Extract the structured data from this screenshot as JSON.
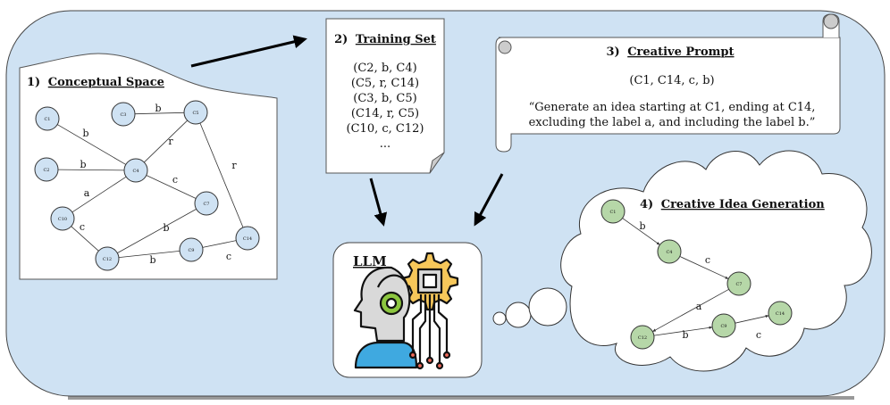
{
  "colors": {
    "background": "#cfe2f3",
    "panel": "#ffffff",
    "concept_node": "#cfe2f3",
    "idea_node": "#b6d7a8",
    "stroke": "#333333",
    "arrow": "#000000",
    "fold": "#cccccc",
    "gear": "#f6c75a",
    "headphone": "#8cc63f",
    "shoulder": "#3fa9e0",
    "circuit_dot": "#f06a5a"
  },
  "panels": {
    "conceptual_space": {
      "number": "1)",
      "title": "Conceptual Space",
      "nodes": [
        {
          "id": "C1",
          "label": "C1"
        },
        {
          "id": "C3",
          "label": "C3"
        },
        {
          "id": "C5",
          "label": "C5"
        },
        {
          "id": "C2",
          "label": "C2"
        },
        {
          "id": "C4",
          "label": "C4"
        },
        {
          "id": "C10",
          "label": "C10"
        },
        {
          "id": "C7",
          "label": "C7"
        },
        {
          "id": "C12",
          "label": "C12"
        },
        {
          "id": "C9",
          "label": "C9"
        },
        {
          "id": "C14",
          "label": "C14"
        }
      ],
      "edges": [
        {
          "from": "C1",
          "to": "C4",
          "label": "b"
        },
        {
          "from": "C3",
          "to": "C5",
          "label": "b"
        },
        {
          "from": "C5",
          "to": "C4",
          "label": "r"
        },
        {
          "from": "C5",
          "to": "C14",
          "label": "r"
        },
        {
          "from": "C2",
          "to": "C4",
          "label": "b"
        },
        {
          "from": "C4",
          "to": "C7",
          "label": "c"
        },
        {
          "from": "C10",
          "to": "C4",
          "label": "a"
        },
        {
          "from": "C10",
          "to": "C12",
          "label": "c"
        },
        {
          "from": "C12",
          "to": "C7",
          "label": "b"
        },
        {
          "from": "C12",
          "to": "C9",
          "label": "b"
        },
        {
          "from": "C9",
          "to": "C14",
          "label": "c"
        }
      ]
    },
    "training_set": {
      "number": "2)",
      "title": "Training Set",
      "triples": [
        "(C2, b, C4)",
        "(C5, r, C14)",
        "(C3, b, C5)",
        "(C14, r, C5)",
        "(C10, c, C12)",
        "..."
      ]
    },
    "creative_prompt": {
      "number": "3)",
      "title": "Creative Prompt",
      "tuple": "(C1, C14, c, b)",
      "text_line1": "“Generate an idea starting at C1, ending at C14,",
      "text_line2": "excluding the label a, and including the label b.”"
    },
    "llm": {
      "title": "LLM",
      "icon": "robot-head-gear-chip-icon"
    },
    "idea_generation": {
      "number": "4)",
      "title": "Creative Idea Generation",
      "nodes": [
        {
          "id": "C1",
          "label": "C1"
        },
        {
          "id": "C4",
          "label": "C4"
        },
        {
          "id": "C7",
          "label": "C7"
        },
        {
          "id": "C12",
          "label": "C12"
        },
        {
          "id": "C9",
          "label": "C9"
        },
        {
          "id": "C14",
          "label": "C14"
        }
      ],
      "edges": [
        {
          "from": "C1",
          "to": "C4",
          "label": "b"
        },
        {
          "from": "C4",
          "to": "C7",
          "label": "c"
        },
        {
          "from": "C7",
          "to": "C12",
          "label": "a"
        },
        {
          "from": "C12",
          "to": "C9",
          "label": "b"
        },
        {
          "from": "C9",
          "to": "C14",
          "label": "c"
        }
      ]
    }
  }
}
